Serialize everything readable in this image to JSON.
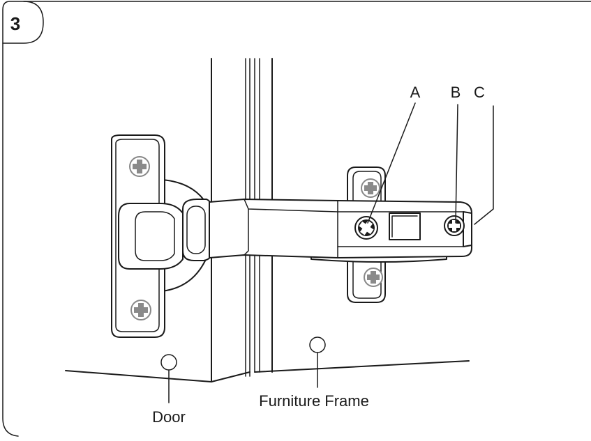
{
  "step": {
    "number": "3"
  },
  "callouts": {
    "a": "A",
    "b": "B",
    "c": "C"
  },
  "labels": {
    "door": "Door",
    "frame": "Furniture Frame"
  },
  "colors": {
    "line": "#1a1a1a",
    "screw_grey": "#8a8a8a",
    "background": "#ffffff"
  }
}
